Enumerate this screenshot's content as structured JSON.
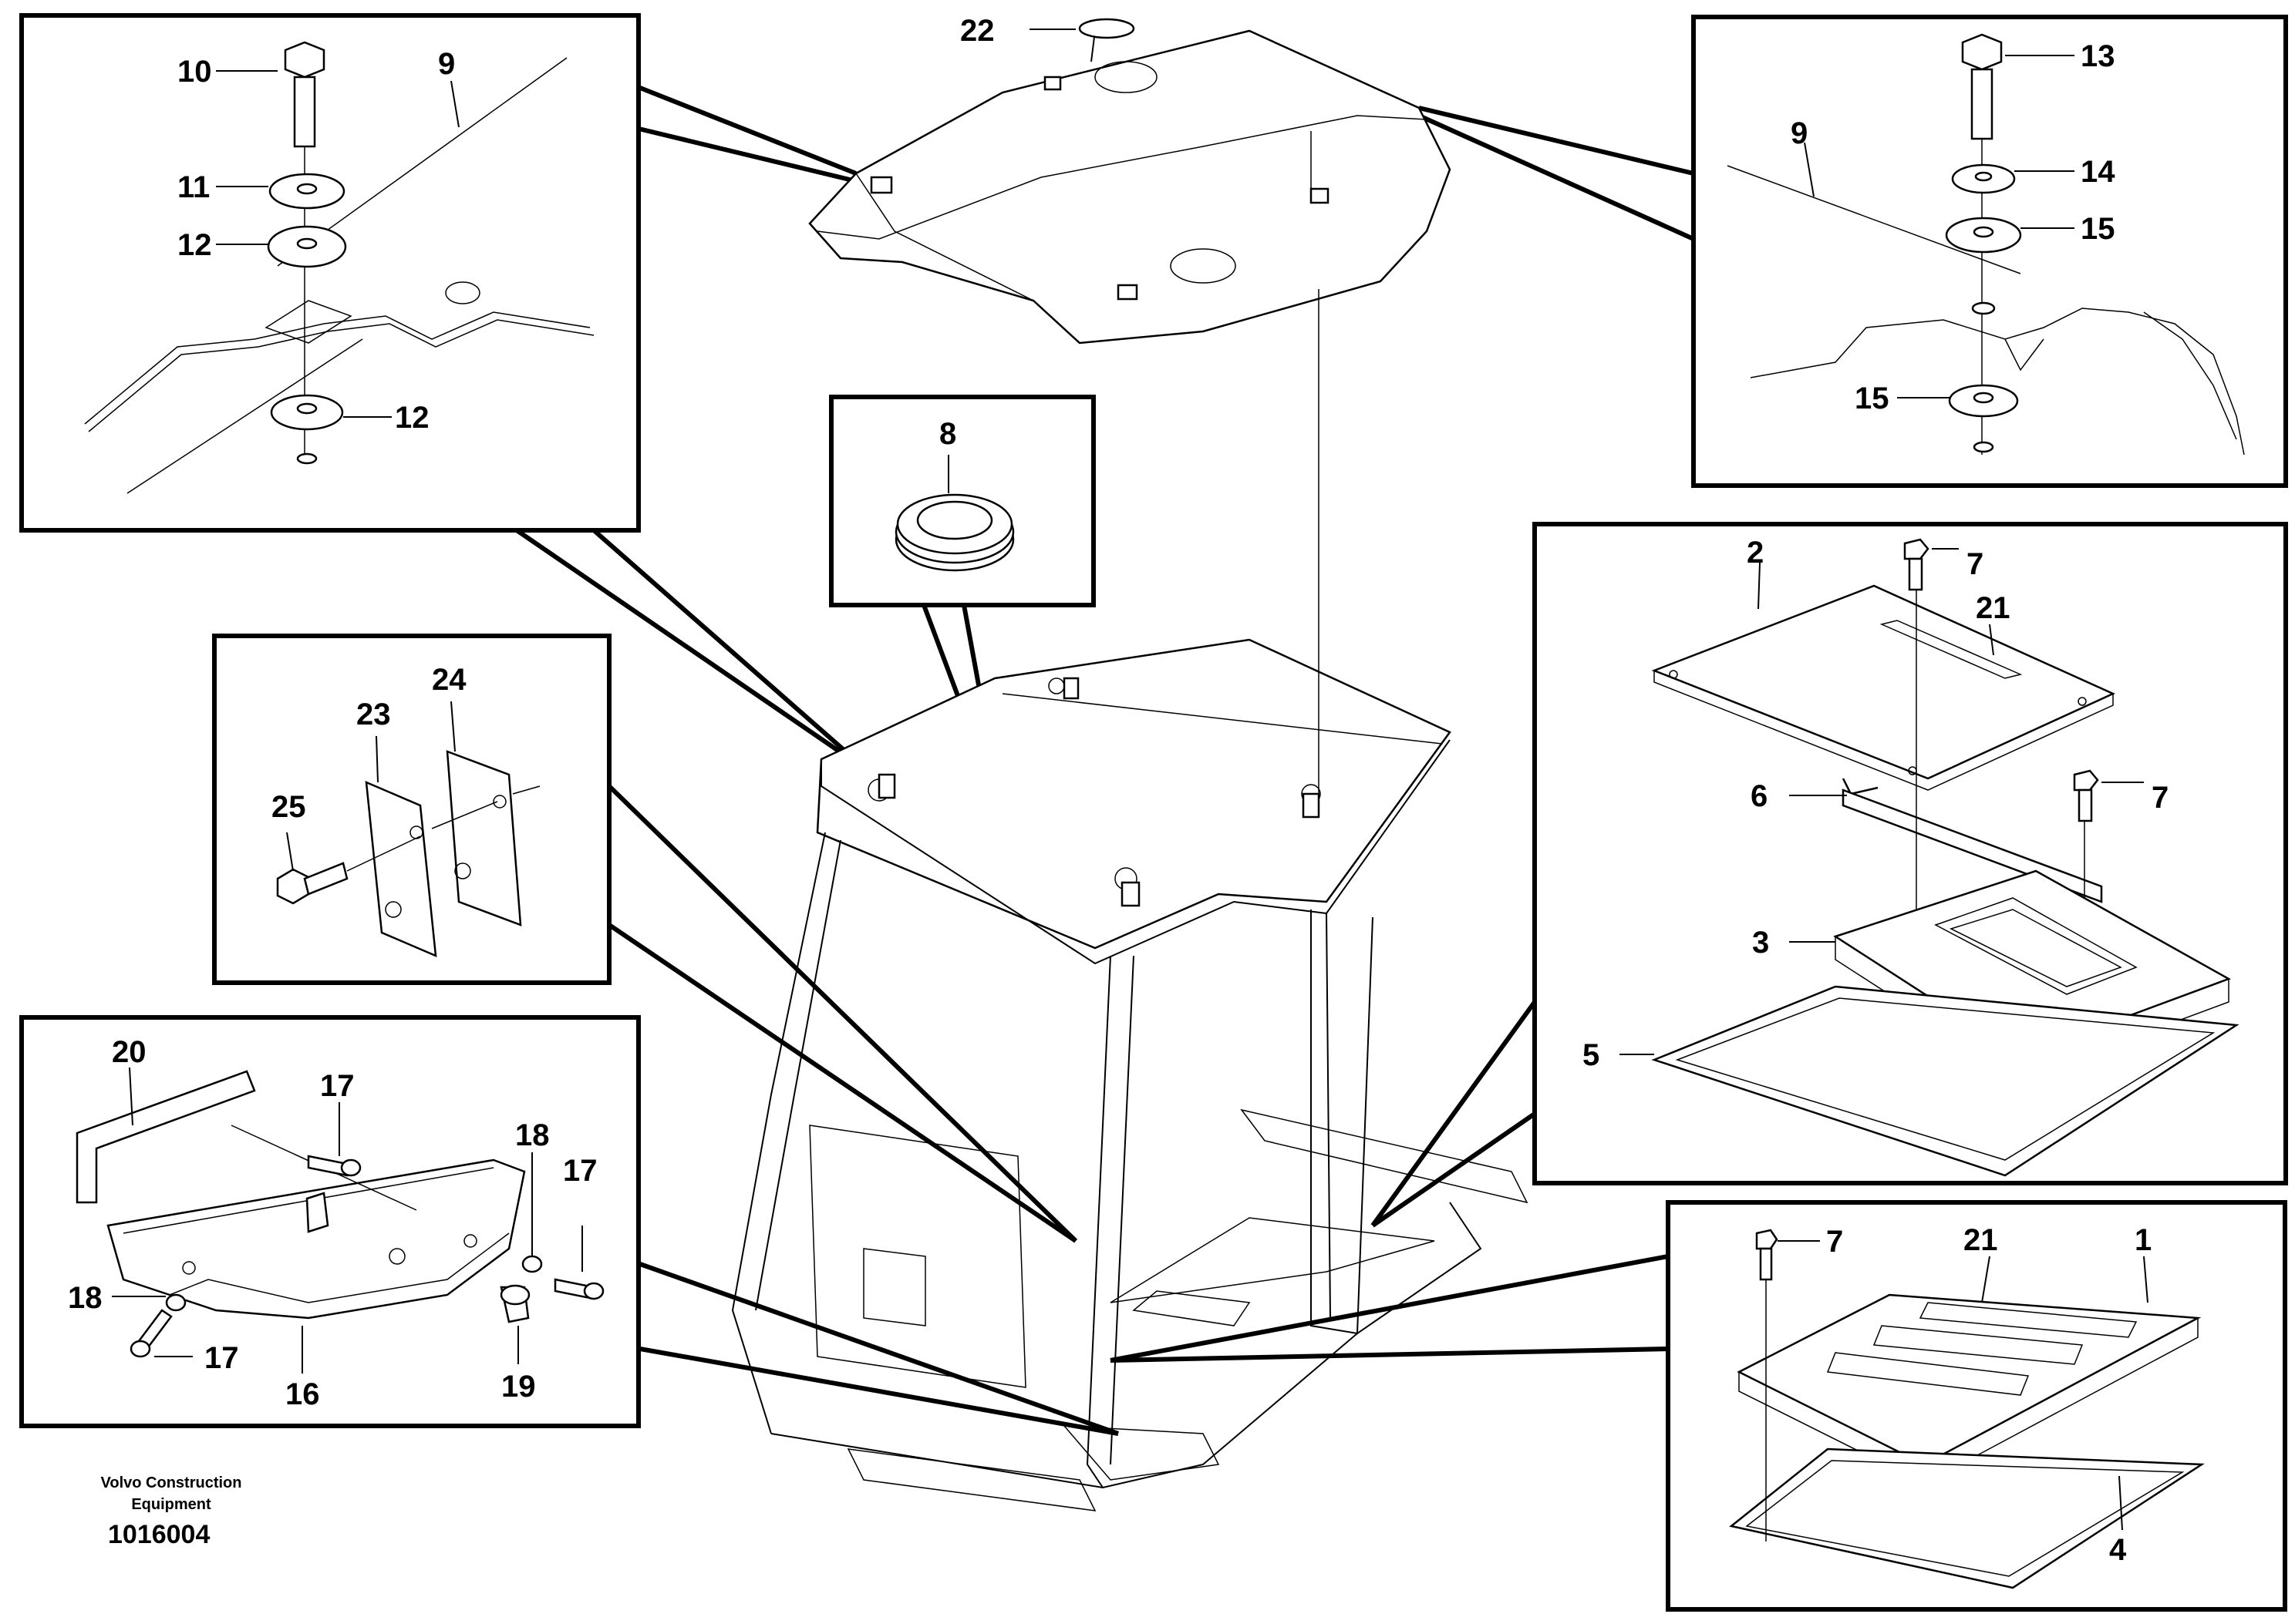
{
  "callouts": {
    "c1": "1",
    "c2": "2",
    "c3": "3",
    "c4": "4",
    "c5": "5",
    "c6": "6",
    "c7a": "7",
    "c7b": "7",
    "c7c": "7",
    "c8": "8",
    "c9a": "9",
    "c9b": "9",
    "c10": "10",
    "c11": "11",
    "c12a": "12",
    "c12b": "12",
    "c13": "13",
    "c14": "14",
    "c15a": "15",
    "c15b": "15",
    "c16": "16",
    "c17a": "17",
    "c17b": "17",
    "c17c": "17",
    "c18a": "18",
    "c18b": "18",
    "c19": "19",
    "c20": "20",
    "c21a": "21",
    "c21b": "21",
    "c22": "22",
    "c23": "23",
    "c24": "24",
    "c25": "25"
  },
  "footer": {
    "company_line1": "Volvo Construction",
    "company_line2": "Equipment",
    "drawing_number": "1016004"
  }
}
